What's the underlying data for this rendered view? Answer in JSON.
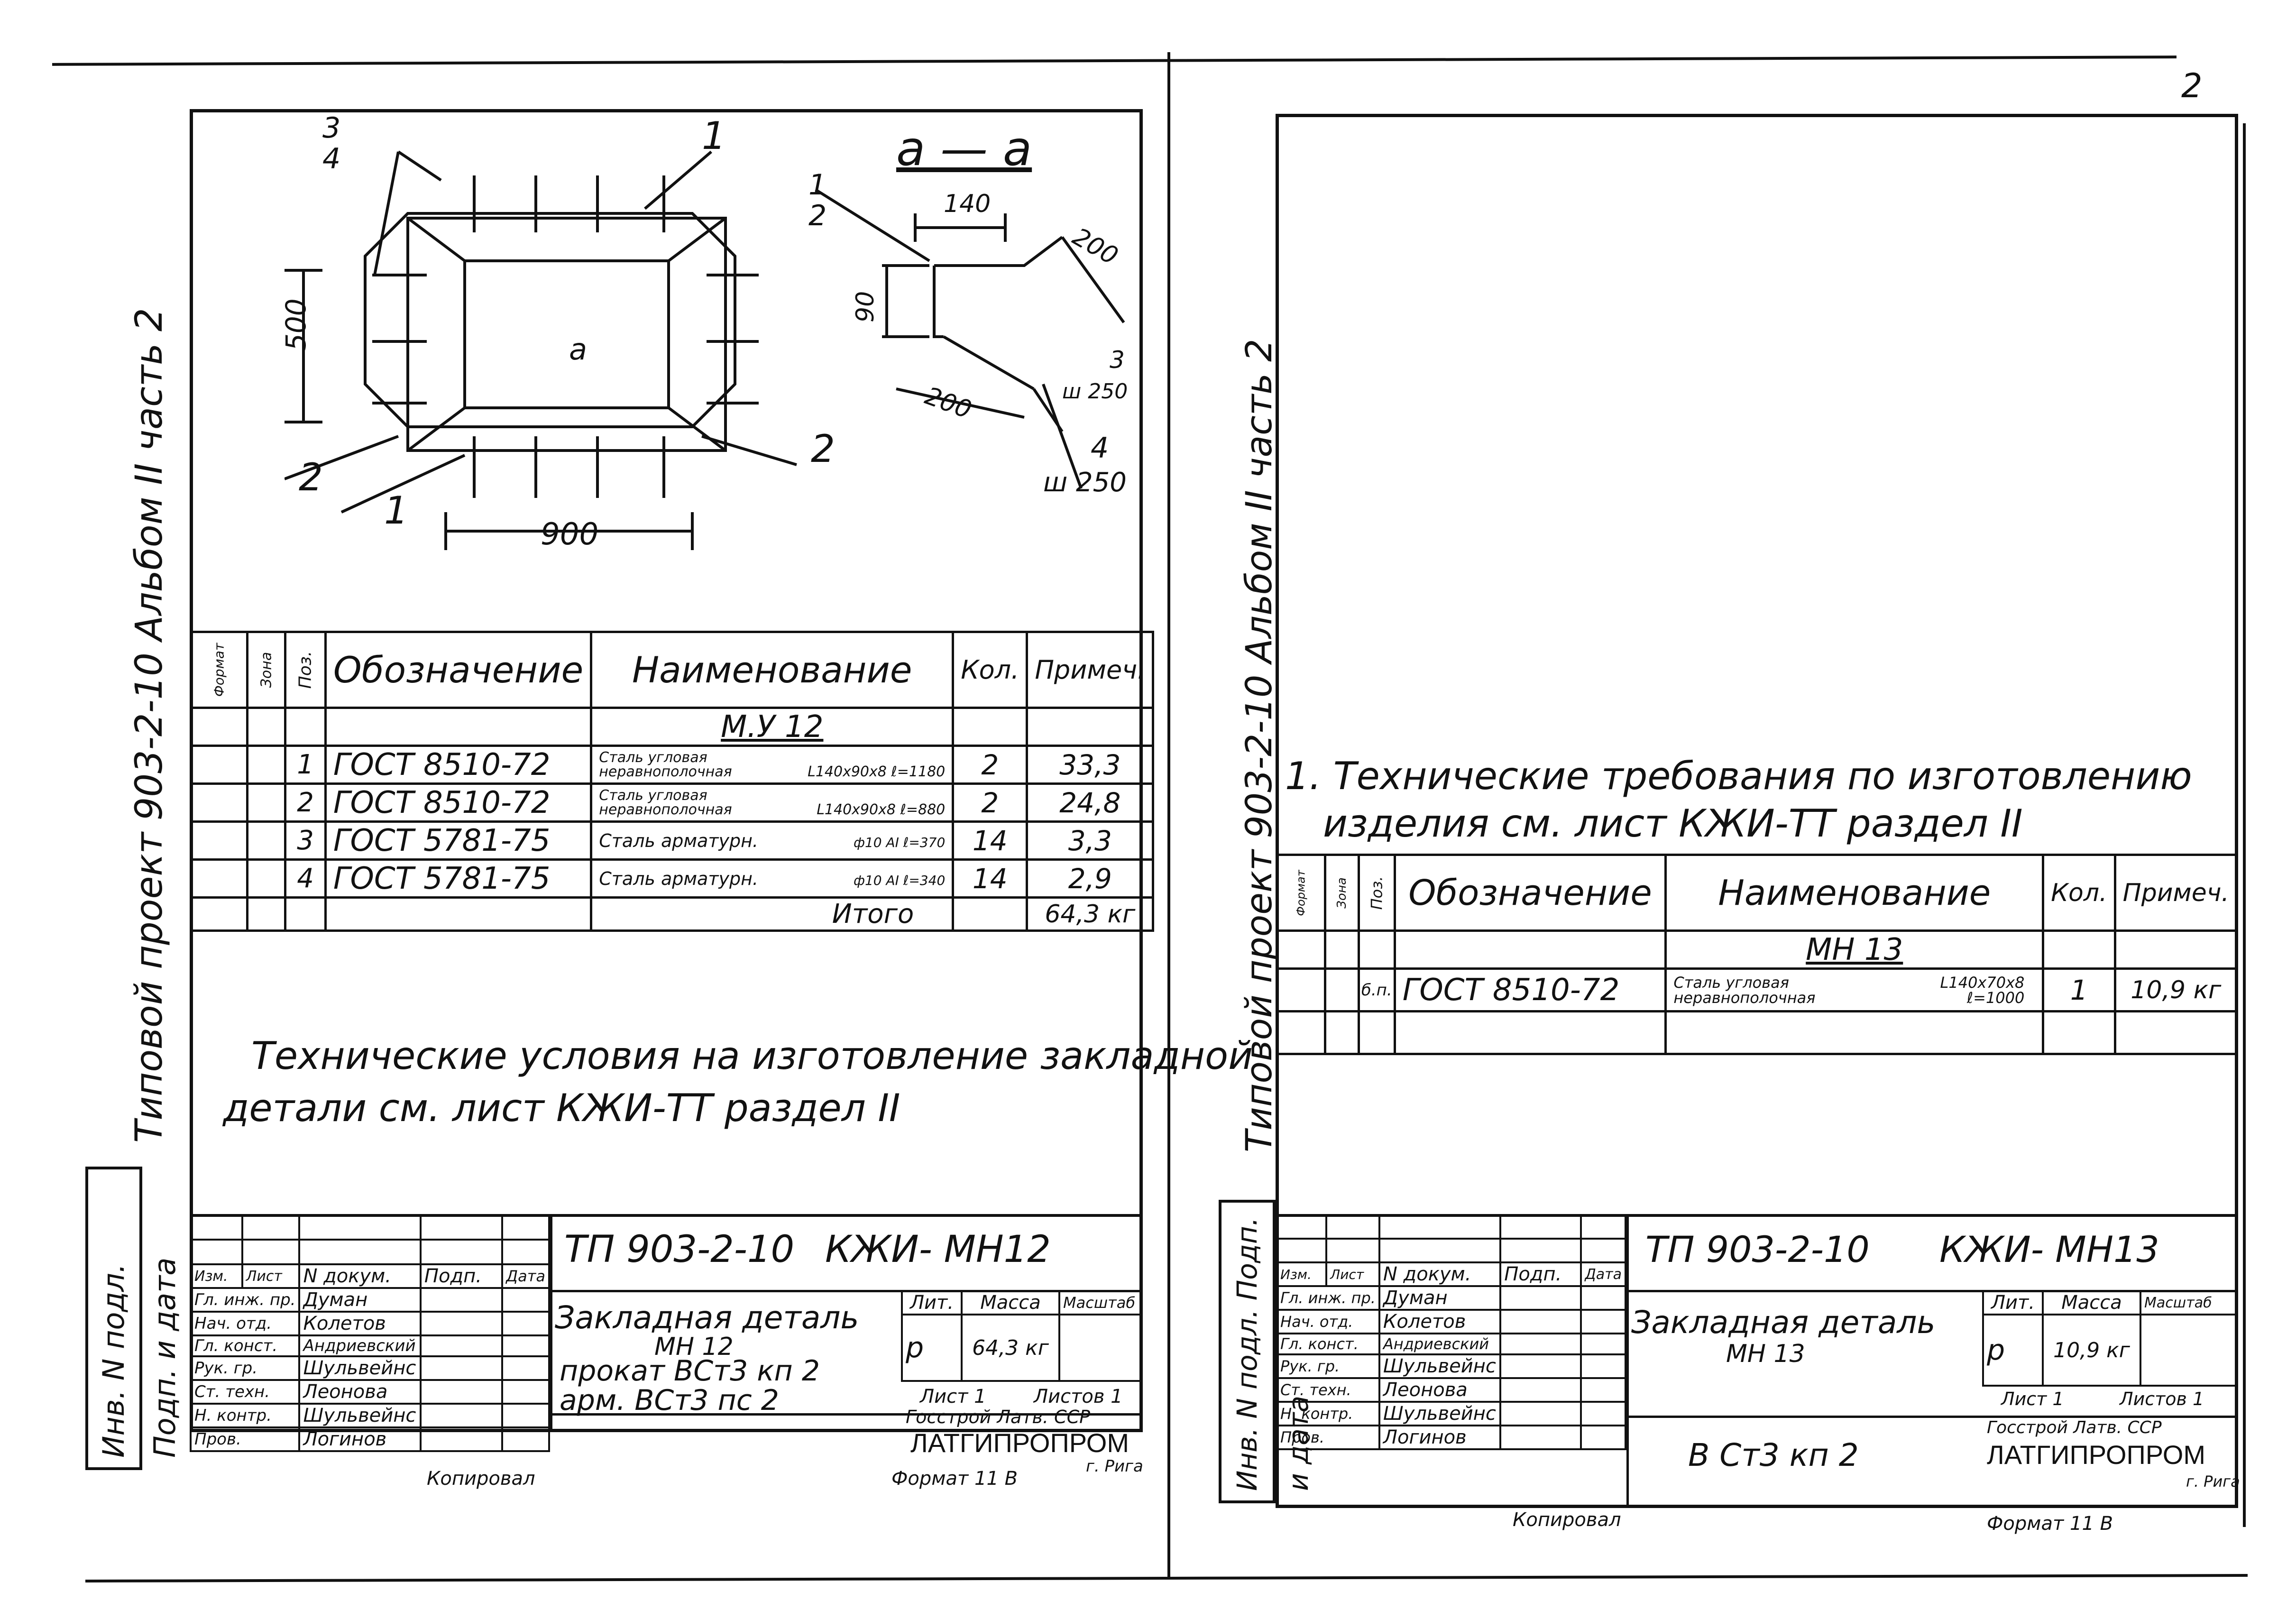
{
  "page_number": "2",
  "left_sheet": {
    "margin_label": "Типовой проект 903-2-10 Альбом II часть 2",
    "section_label": "а — а",
    "drawing": {
      "pos_3_4": [
        "3",
        "4"
      ],
      "pos_1": "1",
      "pos_2": "2",
      "pos_1_bottom": "1",
      "pos_2_bottom_left": "2",
      "pos_2_bottom_right": "2",
      "dim_width": "900",
      "dim_height": "500",
      "cut_mark": "а",
      "section_pos_1_2": [
        "1",
        "2"
      ],
      "section_dim_140": "140",
      "section_dim_200_top": "200",
      "section_dim_90": "90",
      "section_dim_200_bottom": "200",
      "section_pos_3": "3",
      "section_step_3": "ш 250",
      "section_pos_4": "4",
      "section_step_4": "ш 250"
    },
    "spec_headers": {
      "format": "Формат",
      "zone": "Зона",
      "pos": "Поз.",
      "designation": "Обозначение",
      "name": "Наименование",
      "qty": "Кол.",
      "note": "Примеч."
    },
    "spec_group": "М.У 12",
    "spec_rows": [
      {
        "pos": "1",
        "designation": "ГОСТ 8510-72",
        "name": "Сталь угловая неравнополочная",
        "size": "L140х90х8 ℓ=1180",
        "qty": "2",
        "note": "33,3"
      },
      {
        "pos": "2",
        "designation": "ГОСТ 8510-72",
        "name": "Сталь угловая неравнополочная",
        "size": "L140х90х8 ℓ=880",
        "qty": "2",
        "note": "24,8"
      },
      {
        "pos": "3",
        "designation": "ГОСТ 5781-75",
        "name": "Сталь арматурн.",
        "size": "ф10 АI ℓ=370",
        "qty": "14",
        "note": "3,3"
      },
      {
        "pos": "4",
        "designation": "ГОСТ 5781-75",
        "name": "Сталь арматурн.",
        "size": "ф10 АI ℓ=340",
        "qty": "14",
        "note": "2,9"
      }
    ],
    "spec_total_label": "Итого",
    "spec_total": "64,3 кг",
    "note_line1": "Технические условия на изготовление закладной",
    "note_line2": "детали см. лист КЖИ-ТТ раздел II",
    "stamp": {
      "side_label": "Инв. N подл. Подп. и дата",
      "code": "ТП 903-2-10",
      "sheet_code": "КЖИ- МН12",
      "title": "Закладная деталь",
      "subtitle": "МН 12",
      "material1": "прокат ВСт3 кп 2",
      "material2": "арм. ВСт3 пс 2",
      "col_headers": [
        "Изм.",
        "Лист",
        "N докум.",
        "Подп.",
        "Дата"
      ],
      "people": [
        {
          "role": "Гл. инж. пр.",
          "name": "Думан"
        },
        {
          "role": "Нач. отд.",
          "name": "Колетов"
        },
        {
          "role": "Гл. конст.",
          "name": "Андриевский"
        },
        {
          "role": "Рук. гр.",
          "name": "Шульвейнс"
        },
        {
          "role": "Ст. техн.",
          "name": "Леонова"
        },
        {
          "role": "Н. контр.",
          "name": "Шульвейнс"
        },
        {
          "role": "Пров.",
          "name": "Логинов"
        }
      ],
      "lit_label": "Лит.",
      "mass_label": "Масса",
      "scale_label": "Масштаб",
      "lit_value": "р",
      "mass_value": "64,3 кг",
      "sheet_label": "Лист 1",
      "sheets_label": "Листов 1",
      "org1": "Госстрой Латв. ССР",
      "org2": "ЛАТГИПРОПРОМ",
      "org3": "г. Рига"
    },
    "footer_left": "Копировал",
    "footer_right": "Формат 11 В"
  },
  "right_sheet": {
    "margin_label": "Типовой проект 903-2-10 Альбом II часть 2",
    "req_line1": "1. Технические требования по изготовлению",
    "req_line2": "изделия см. лист КЖИ-ТТ раздел II",
    "spec_headers": {
      "format": "Формат",
      "zone": "Зона",
      "pos": "Поз.",
      "designation": "Обозначение",
      "name": "Наименование",
      "qty": "Кол.",
      "note": "Примеч."
    },
    "spec_group": "МН 13",
    "spec_rows": [
      {
        "pos": "б.п.",
        "designation": "ГОСТ 8510-72",
        "name": "Сталь угловая неравнополочная",
        "size": "L140х70х8 ℓ=1000",
        "qty": "1",
        "note": "10,9 кг"
      }
    ],
    "stamp": {
      "side_label": "Инв. N подл. Подп. и дата",
      "code": "ТП 903-2-10",
      "sheet_code": "КЖИ- МН13",
      "title": "Закладная деталь",
      "subtitle": "МН 13",
      "material1": "В Ст3 кп 2",
      "col_headers": [
        "Изм.",
        "Лист",
        "N докум.",
        "Подп.",
        "Дата"
      ],
      "people": [
        {
          "role": "Гл. инж. пр.",
          "name": "Думан"
        },
        {
          "role": "Нач. отд.",
          "name": "Колетов"
        },
        {
          "role": "Гл. конст.",
          "name": "Андриевский"
        },
        {
          "role": "Рук. гр.",
          "name": "Шульвейнс"
        },
        {
          "role": "Ст. техн.",
          "name": "Леонова"
        },
        {
          "role": "Н. контр.",
          "name": "Шульвейнс"
        },
        {
          "role": "Пров.",
          "name": "Логинов"
        }
      ],
      "lit_label": "Лит.",
      "mass_label": "Масса",
      "scale_label": "Масштаб",
      "lit_value": "р",
      "mass_value": "10,9 кг",
      "sheet_label": "Лист 1",
      "sheets_label": "Листов 1",
      "org1": "Госстрой Латв. ССР",
      "org2": "ЛАТГИПРОПРОМ",
      "org3": "г. Рига"
    },
    "footer_left": "Копировал",
    "footer_right": "Формат 11 В"
  }
}
